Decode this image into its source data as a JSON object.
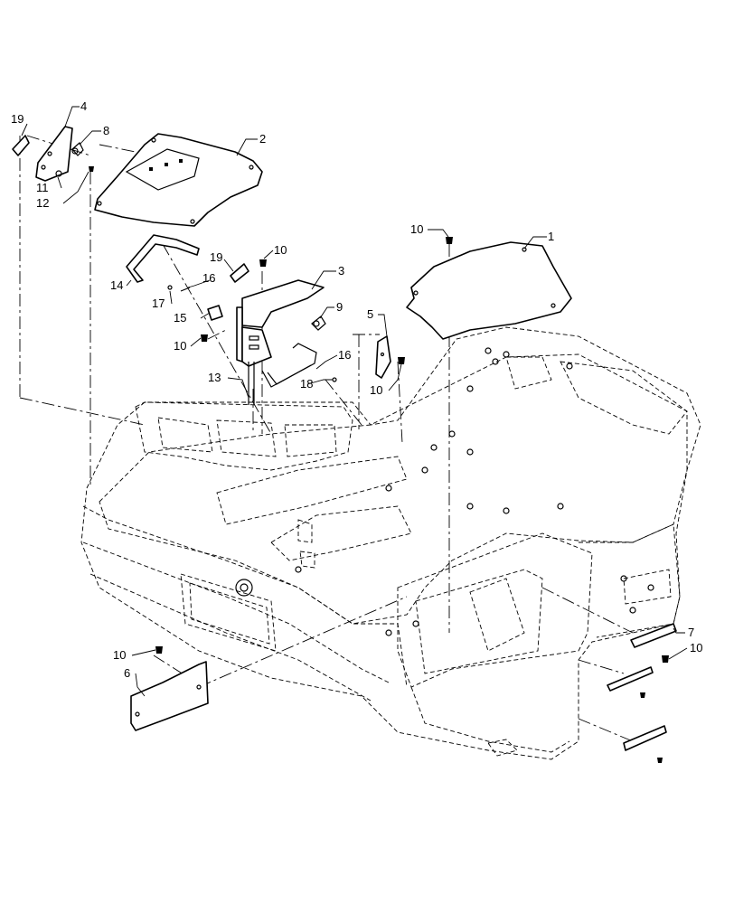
{
  "callouts": {
    "c1": "1",
    "c2": "2",
    "c3": "3",
    "c4": "4",
    "c5": "5",
    "c6": "6",
    "c7": "7",
    "c8": "8",
    "c9": "9",
    "c10a": "10",
    "c10b": "10",
    "c10c": "10",
    "c10d": "10",
    "c10e": "10",
    "c10f": "10",
    "c11": "11",
    "c12": "12",
    "c13": "13",
    "c14": "14",
    "c15": "15",
    "c16a": "16",
    "c16b": "16",
    "c17": "17",
    "c18": "18",
    "c19a": "19",
    "c19b": "19"
  }
}
